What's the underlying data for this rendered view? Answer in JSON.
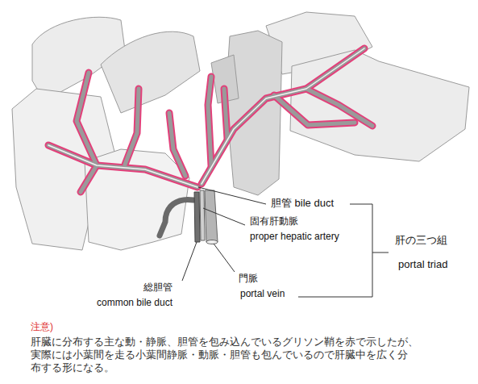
{
  "diagram": {
    "labels": [
      "胆管 bile duct",
      "固有肝動脈",
      "proper hepatic artery",
      "肝の三つ組",
      "portal triad",
      "総胆管",
      "common bile duct",
      "門脈",
      "portal vein",
      "注意)",
      "肝臓に分布する主な動・静脈、胆管を包み込んでいるグリソン鞘を赤で示したが、",
      "実際には小葉間を走る小葉間静脈・動脈・胆管も包んでいるので肝臓中を広く分",
      "布する形になる。"
    ]
  }
}
